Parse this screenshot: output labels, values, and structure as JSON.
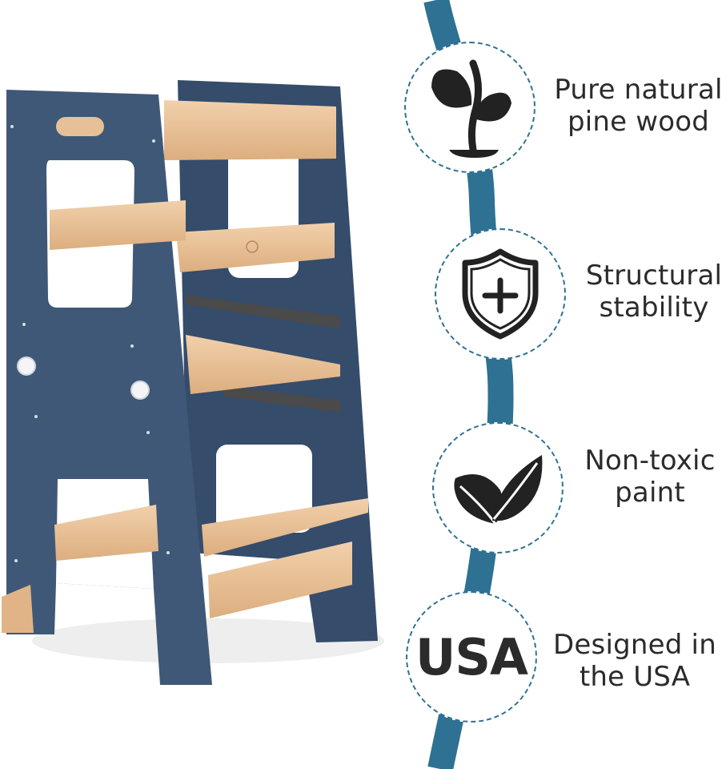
{
  "colors": {
    "frame_navy": "#3f5878",
    "pine_wood": "#e9c39a",
    "ribbon_teal": "#2e7192",
    "icon_dark": "#222222",
    "text_dark": "#2b2b2b"
  },
  "features": [
    {
      "icon": "sprout-icon",
      "line1": "Pure natural",
      "line2": "pine wood"
    },
    {
      "icon": "shield-plus-icon",
      "line1": "Structural",
      "line2": "stability"
    },
    {
      "icon": "leaves-icon",
      "line1": "Non-toxic",
      "line2": "paint"
    },
    {
      "icon": "usa-badge",
      "badge_text": "USA",
      "line1": "Designed in",
      "line2": "the USA"
    }
  ]
}
